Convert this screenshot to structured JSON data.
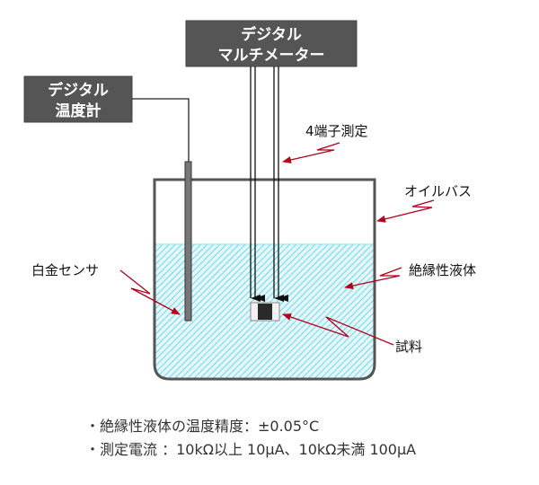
{
  "multimeter": {
    "line1": "デジタル",
    "line2": "マルチメーター"
  },
  "thermometer": {
    "line1": "デジタル",
    "line2": "温度計"
  },
  "labels": {
    "four_terminal": "4端子測定",
    "oil_bath": "オイルバス",
    "platinum_sensor": "白金センサ",
    "insulating_liquid": "絶縁性液体",
    "sample": "試料"
  },
  "notes": [
    "・絶縁性液体の温度精度：±0.05°C",
    "・測定電流 ：10kΩ以上 10μA、10kΩ未満 100μA"
  ],
  "colors": {
    "box": "#555555",
    "leader": "#b0001a",
    "liquid": "#5fd3ea"
  }
}
